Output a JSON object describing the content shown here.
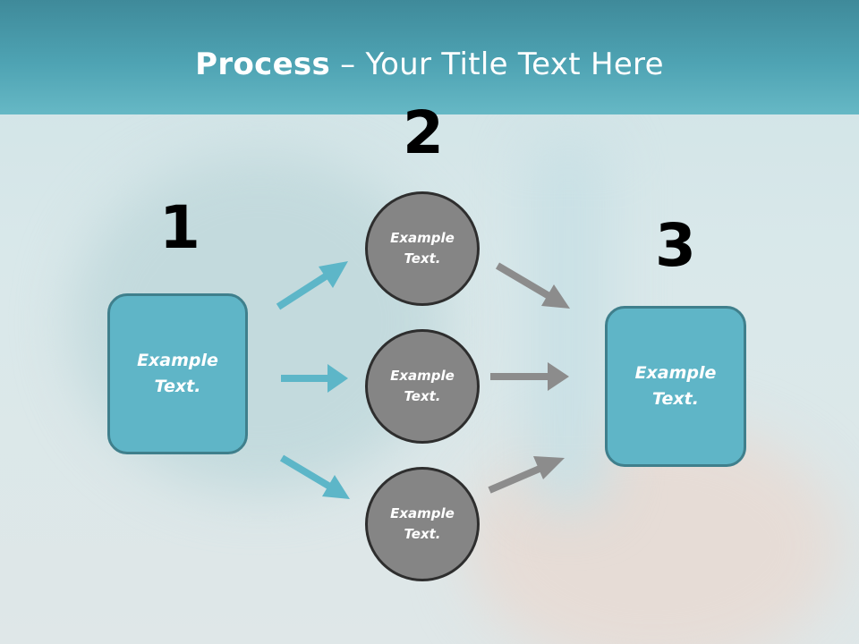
{
  "title": {
    "bold": "Process",
    "rest": " – Your Title Text Here"
  },
  "steps": [
    {
      "number": "1"
    },
    {
      "number": "2"
    },
    {
      "number": "3"
    }
  ],
  "left_box": {
    "label": "Example\nText."
  },
  "circles": [
    {
      "label": "Example\nText."
    },
    {
      "label": "Example\nText."
    },
    {
      "label": "Example\nText."
    }
  ],
  "right_box": {
    "label": "Example\nText."
  },
  "colors": {
    "header": "#4ea3b3",
    "box": "#5fb5c7",
    "circle": "#858585",
    "arrow_teal": "#5db6c8",
    "arrow_gray": "#8c8c8c"
  }
}
